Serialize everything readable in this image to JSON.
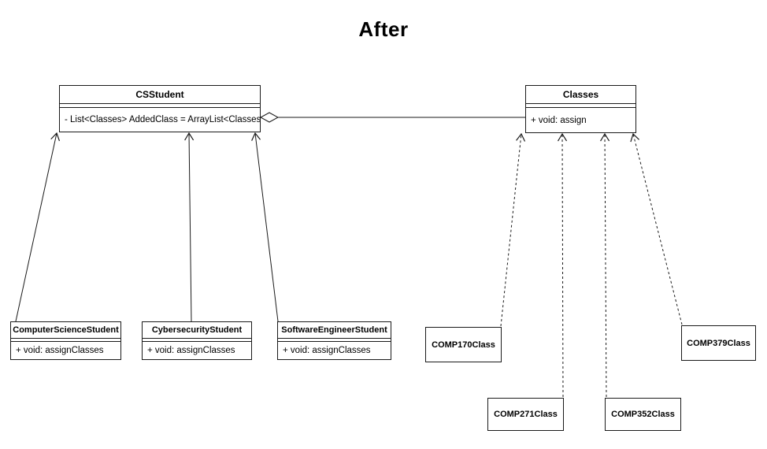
{
  "page": {
    "title": "After"
  },
  "diagram": {
    "cs_student": {
      "name": "CSStudent",
      "attributes": "- List<Classes> AddedClass = ArrayList<Classes>"
    },
    "classes": {
      "name": "Classes",
      "methods": "+ void: assign"
    },
    "computer_science_student": {
      "name": "ComputerScienceStudent",
      "methods": "+ void: assignClasses"
    },
    "cybersecurity_student": {
      "name": "CybersecurityStudent",
      "methods": "+ void: assignClasses"
    },
    "software_engineer_student": {
      "name": "SoftwareEngineerStudent",
      "methods": "+ void: assignClasses"
    },
    "comp170": {
      "name": "COMP170Class"
    },
    "comp271": {
      "name": "COMP271Class"
    },
    "comp352": {
      "name": "COMP352Class"
    },
    "comp379": {
      "name": "COMP379Class"
    },
    "relationships": [
      {
        "from": "ComputerScienceStudent",
        "to": "CSStudent",
        "line": "solid",
        "arrowhead": "open"
      },
      {
        "from": "CybersecurityStudent",
        "to": "CSStudent",
        "line": "solid",
        "arrowhead": "open"
      },
      {
        "from": "SoftwareEngineerStudent",
        "to": "CSStudent",
        "line": "solid",
        "arrowhead": "open"
      },
      {
        "from": "CSStudent",
        "to": "Classes",
        "line": "solid",
        "arrowhead": "hollow-diamond-aggregation"
      },
      {
        "from": "COMP170Class",
        "to": "Classes",
        "line": "dashed",
        "arrowhead": "open"
      },
      {
        "from": "COMP271Class",
        "to": "Classes",
        "line": "dashed",
        "arrowhead": "open"
      },
      {
        "from": "COMP352Class",
        "to": "Classes",
        "line": "dashed",
        "arrowhead": "open"
      },
      {
        "from": "COMP379Class",
        "to": "Classes",
        "line": "dashed",
        "arrowhead": "open"
      }
    ],
    "colors": {
      "stroke": "#1a1a1a",
      "background": "#ffffff",
      "text": "#000000"
    }
  }
}
